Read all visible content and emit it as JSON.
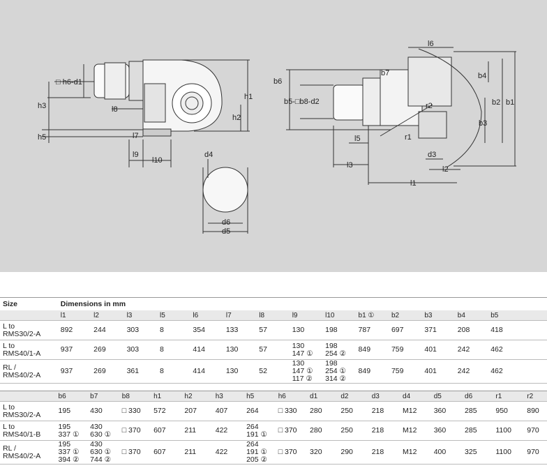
{
  "drawing": {
    "labels": {
      "h6d1": "□ h6-d1",
      "h3": "h3",
      "h5": "h5",
      "l8": "l8",
      "l7": "l7",
      "l9": "l9",
      "l10": "l10",
      "h1": "h1",
      "h2": "h2",
      "d4": "d4",
      "d6": "d6",
      "d5": "d5",
      "l6": "l6",
      "b6": "b6",
      "b7": "b7",
      "b4": "b4",
      "b5b8d2": "b5-□b8-d2",
      "b2": "b2",
      "b1": "b1",
      "b3": "b3",
      "r2": "r2",
      "r1": "r1",
      "l5": "l5",
      "d3": "d3",
      "l3": "l3",
      "l2": "l2",
      "l1": "l1"
    }
  },
  "table1": {
    "size_label": "Size",
    "dims_label": "Dimensions in mm",
    "columns": [
      "l1",
      "l2",
      "l3",
      "l5",
      "l6",
      "l7",
      "l8",
      "l9",
      "l10",
      "b1 ①",
      "b2",
      "b3",
      "b4",
      "b5"
    ],
    "rows": [
      {
        "name": [
          "L to",
          "RMS30/2-A"
        ],
        "cells": [
          [
            "892"
          ],
          [
            "244"
          ],
          [
            "303"
          ],
          [
            "8"
          ],
          [
            "354"
          ],
          [
            "133"
          ],
          [
            "57"
          ],
          [
            "130"
          ],
          [
            "198"
          ],
          [
            "787"
          ],
          [
            "697"
          ],
          [
            "371"
          ],
          [
            "208"
          ],
          [
            "418"
          ]
        ]
      },
      {
        "name": [
          "L to",
          "RMS40/1-A"
        ],
        "cells": [
          [
            "937"
          ],
          [
            "269"
          ],
          [
            "303"
          ],
          [
            "8"
          ],
          [
            "414"
          ],
          [
            "130"
          ],
          [
            "57"
          ],
          [
            "130",
            "147 ①"
          ],
          [
            "198",
            "254 ②"
          ],
          [
            "849"
          ],
          [
            "759"
          ],
          [
            "401"
          ],
          [
            "242"
          ],
          [
            "462"
          ]
        ]
      },
      {
        "name": [
          "RL /",
          "RMS40/2-A"
        ],
        "cells": [
          [
            "937"
          ],
          [
            "269"
          ],
          [
            "361"
          ],
          [
            "8"
          ],
          [
            "414"
          ],
          [
            "130"
          ],
          [
            "52"
          ],
          [
            "130",
            "147 ①",
            "117 ②"
          ],
          [
            "198",
            "254 ①",
            "314 ②"
          ],
          [
            "849"
          ],
          [
            "759"
          ],
          [
            "401"
          ],
          [
            "242"
          ],
          [
            "462"
          ]
        ]
      }
    ]
  },
  "table2": {
    "columns": [
      "b6",
      "b7",
      "b8",
      "h1",
      "h2",
      "h3",
      "h5",
      "h6",
      "d1",
      "d2",
      "d3",
      "d4",
      "d5",
      "d6",
      "r1",
      "r2"
    ],
    "rows": [
      {
        "name": [
          "L to",
          "RMS30/2-A"
        ],
        "cells": [
          [
            "195"
          ],
          [
            "430"
          ],
          [
            "□ 330"
          ],
          [
            "572"
          ],
          [
            "207"
          ],
          [
            "407"
          ],
          [
            "264"
          ],
          [
            "□ 330"
          ],
          [
            "280"
          ],
          [
            "250"
          ],
          [
            "218"
          ],
          [
            "M12"
          ],
          [
            "360"
          ],
          [
            "285"
          ],
          [
            "950"
          ],
          [
            "890"
          ]
        ]
      },
      {
        "name": [
          "L to",
          "RMS40/1-B"
        ],
        "cells": [
          [
            "195",
            "337 ①"
          ],
          [
            "430",
            "630 ①"
          ],
          [
            "□ 370"
          ],
          [
            "607"
          ],
          [
            "211"
          ],
          [
            "422"
          ],
          [
            "264",
            "191 ①"
          ],
          [
            "□ 370"
          ],
          [
            "280"
          ],
          [
            "250"
          ],
          [
            "218"
          ],
          [
            "M12"
          ],
          [
            "360"
          ],
          [
            "285"
          ],
          [
            "1100"
          ],
          [
            "970"
          ]
        ]
      },
      {
        "name": [
          "RL /",
          "RMS40/2-A"
        ],
        "cells": [
          [
            "195",
            "337 ①",
            "394 ②"
          ],
          [
            "430",
            "630 ①",
            "744 ②"
          ],
          [
            "□ 370"
          ],
          [
            "607"
          ],
          [
            "211"
          ],
          [
            "422"
          ],
          [
            "264",
            "191 ①",
            "205 ②"
          ],
          [
            "□ 370"
          ],
          [
            "320"
          ],
          [
            "290"
          ],
          [
            "218"
          ],
          [
            "M12"
          ],
          [
            "400"
          ],
          [
            "325"
          ],
          [
            "1100"
          ],
          [
            "970"
          ]
        ]
      }
    ]
  }
}
